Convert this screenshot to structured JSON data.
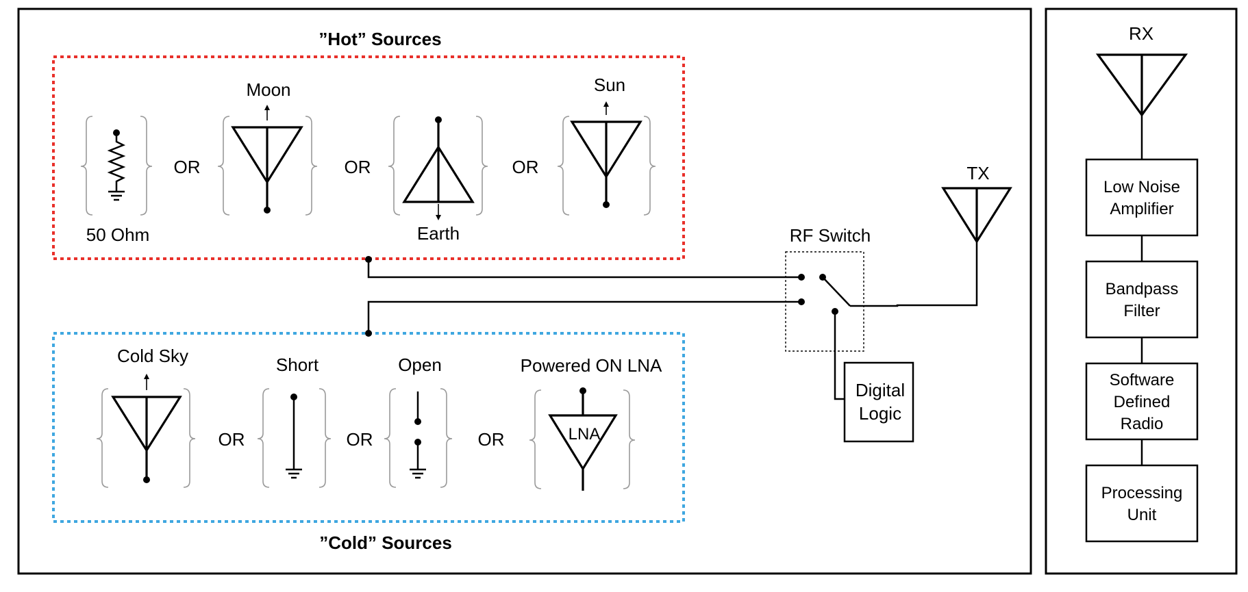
{
  "hot": {
    "title": "”Hot” Sources",
    "border_color": "#e8302a",
    "resistor_label": "50 Ohm",
    "moon_label": "Moon",
    "earth_label": "Earth",
    "sun_label": "Sun",
    "or": "OR"
  },
  "cold": {
    "title": "”Cold” Sources",
    "border_color": "#3fa7e0",
    "sky_label": "Cold Sky",
    "short_label": "Short",
    "open_label": "Open",
    "lna_label": "Powered ON LNA",
    "lna_text": "LNA",
    "or": "OR"
  },
  "tx": {
    "label": "TX"
  },
  "rf_switch": {
    "label": "RF Switch"
  },
  "digital_logic": {
    "line1": "Digital",
    "line2": "Logic"
  },
  "receiver": {
    "rx_label": "RX",
    "blocks": [
      {
        "line1": "Low Noise",
        "line2": "Amplifier",
        "line3": ""
      },
      {
        "line1": "Bandpass",
        "line2": "Filter",
        "line3": ""
      },
      {
        "line1": "Software",
        "line2": "Defined",
        "line3": "Radio"
      },
      {
        "line1": "Processing",
        "line2": "Unit",
        "line3": ""
      }
    ]
  }
}
